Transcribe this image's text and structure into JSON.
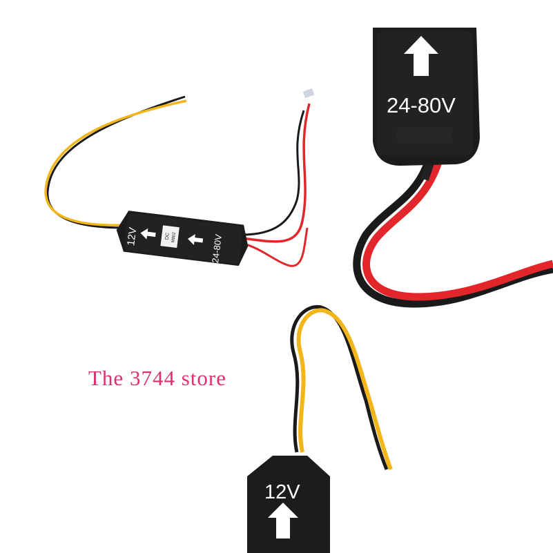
{
  "photo": {
    "description_hidden": "",
    "modules": {
      "small": {
        "label_left": "12V",
        "label_right": "24-80V",
        "chip_line1": "DC",
        "chip_line2": "M802"
      },
      "top_right": {
        "label": "24-80V"
      },
      "bottom": {
        "label": "12V"
      }
    },
    "wire_colors": {
      "yellow": "#f2b51a",
      "red": "#e2262b",
      "black": "#1a1a1a"
    },
    "module_color": "#1c1c1c",
    "arrow_icon": "up-arrow-icon"
  },
  "watermark": {
    "text": "The 3744 store",
    "color": "#e0306a"
  }
}
